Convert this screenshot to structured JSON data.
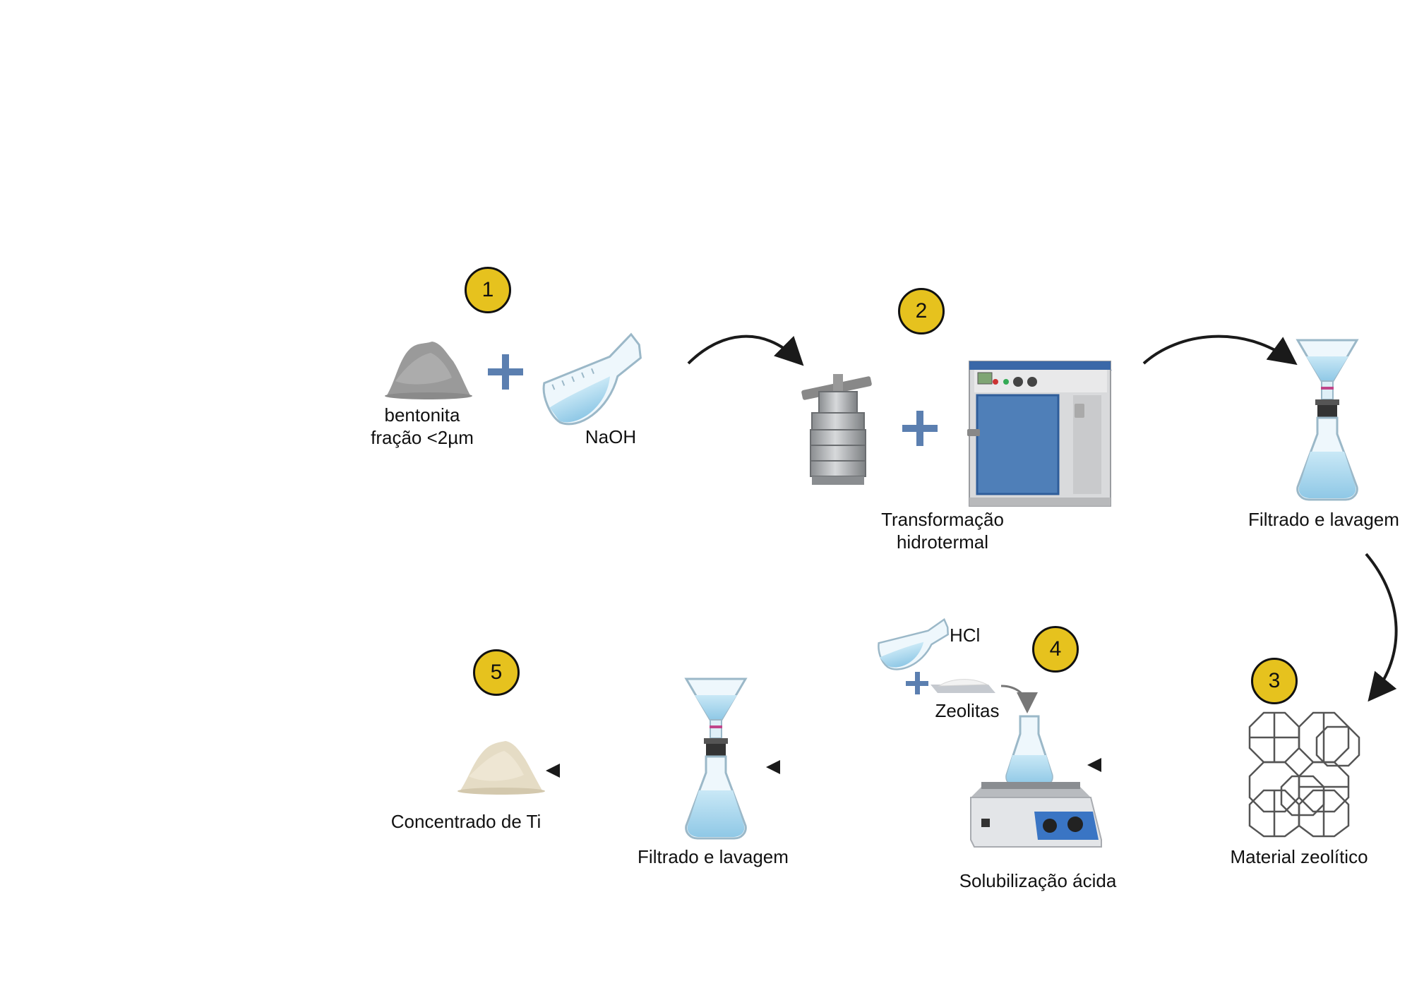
{
  "steps": [
    {
      "number": "1"
    },
    {
      "number": "2"
    },
    {
      "number": "3"
    },
    {
      "number": "4"
    },
    {
      "number": "5"
    }
  ],
  "labels": {
    "bentonite_line1": "bentonita",
    "bentonite_line2": "fração <2µm",
    "naoh": "NaOH",
    "hydrothermal_line1": "Transformação",
    "hydrothermal_line2": "hidrotermal",
    "filter_top": "Filtrado e lavagem",
    "zeolite_material": "Material zeolítico",
    "hcl": "HCl",
    "zeolitas": "Zeolitas",
    "acid_solubilization": "Solubilização ácida",
    "filter_bottom": "Filtrado e lavagem",
    "ti_concentrate": "Concentrado de Ti"
  },
  "icons": [
    "powder-pile-gray-icon",
    "plus-icon",
    "tilted-flask-icon",
    "autoclave-icon",
    "oven-icon",
    "funnel-flask-icon",
    "zeolite-structure-icon",
    "hotplate-stirrer-icon",
    "powder-tray-icon",
    "powder-pile-beige-icon",
    "arrow-icon"
  ],
  "colors": {
    "badge": "#e6c21e",
    "plus": "#5b7fb0",
    "oven_blue": "#4f7fb8",
    "liquid": "#a9d6ee",
    "arrow": "#1a1a1a"
  }
}
